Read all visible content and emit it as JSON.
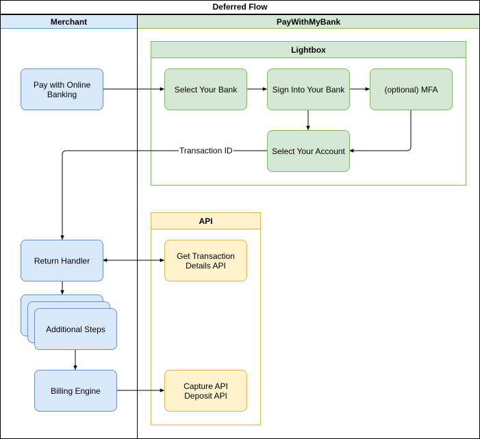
{
  "title": "Deferred Flow",
  "lanes": {
    "merchant": "Merchant",
    "paywithmybank": "PayWithMyBank"
  },
  "groups": {
    "lightbox": "Lightbox",
    "api": "API"
  },
  "nodes": {
    "pay_online": "Pay with Online\nBanking",
    "select_bank": "Select Your Bank",
    "sign_in": "Sign Into Your Bank",
    "mfa": "(optional) MFA",
    "select_account": "Select Your Account",
    "return_handler": "Return Handler",
    "get_txn_api": "Get Transaction\nDetails API",
    "additional_steps": "Additional Steps",
    "billing_engine": "Billing Engine",
    "capture_api": "Capture API\nDeposit API"
  },
  "edge_labels": {
    "transaction_id": "Transaction ID"
  },
  "colors": {
    "merchant_fill": "#dae8fc",
    "merchant_stroke": "#6c8ebf",
    "lightbox_fill": "#d5e8d4",
    "lightbox_stroke": "#82b366",
    "api_fill": "#fff2cc",
    "api_stroke": "#d6b656"
  }
}
